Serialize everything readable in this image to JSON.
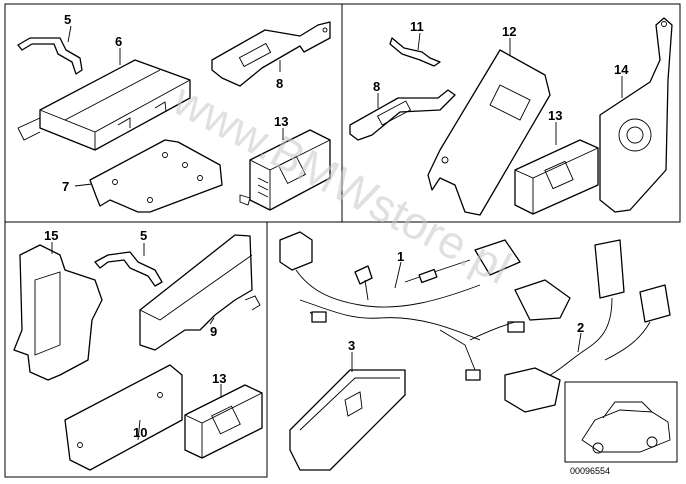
{
  "callouts": {
    "c5a": "5",
    "c6": "6",
    "c8a": "8",
    "c7": "7",
    "c13a": "13",
    "c11": "11",
    "c12": "12",
    "c8b": "8",
    "c13b": "13",
    "c14": "14",
    "c15": "15",
    "c5b": "5",
    "c9": "9",
    "c10": "10",
    "c13c": "13",
    "c1": "1",
    "c2": "2",
    "c3": "3"
  },
  "watermark": "www.BMWstore.pl",
  "reference_number": "00096554",
  "icons": {
    "car_thumbnail": "car-outline-icon"
  }
}
